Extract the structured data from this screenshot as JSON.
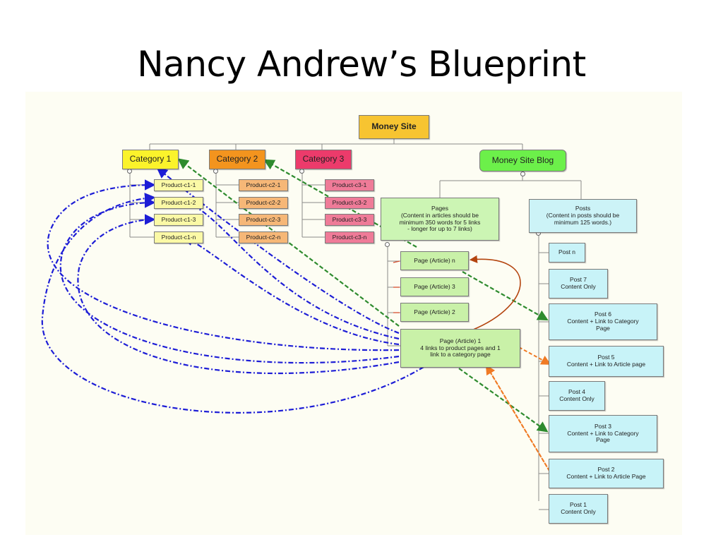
{
  "slide": {
    "title": "Nancy Andrew’s Blueprint"
  },
  "diagram": {
    "money_site": "Money Site",
    "categories": [
      "Category 1",
      "Category 2",
      "Category 3"
    ],
    "blog": "Money Site Blog",
    "products": {
      "c1": [
        "Product-c1-1",
        "Product-c1-2",
        "Product-c1-3",
        "Product-c1-n"
      ],
      "c2": [
        "Product-c2-1",
        "Product-c2-2",
        "Product-c2-3",
        "Product-c2-n"
      ],
      "c3": [
        "Product-c3-1",
        "Product-c3-2",
        "Product-c3-3",
        "Product-c3-n"
      ]
    },
    "pages_header": "Pages\n(Content in articles should be\nminimum 350 words for 5 links\n- longer for up to 7 links)",
    "posts_header": "Posts\n(Content in posts should be\nminimum 125 words.)",
    "pages": [
      "Page (Article) n",
      "Page (Article) 3",
      "Page (Article) 2",
      "Page (Article) 1\n4 links to product pages and 1\nlink to a category page"
    ],
    "posts": [
      "Post n",
      "Post 7\nContent Only",
      "Post 6\nContent + Link to Category\nPage",
      "Post 5\nContent + Link to Article page",
      "Post 4\nContent Only",
      "Post 3\nContent + Link to Category\nPage",
      "Post 2\nContent + Link to Article Page",
      "Post 1\nContent Only"
    ],
    "colors": {
      "money_site": "#f7c431",
      "category_1": "#fbf32b",
      "category_2": "#f3941e",
      "category_3": "#ec3b6b",
      "blog": "#6cf04a",
      "pages": "#c9f1a8",
      "posts": "#c8f3f8",
      "link_blue": "#1d1dd6",
      "link_green": "#2e8b2e",
      "link_orange": "#f07a24",
      "link_brown": "#b4440e"
    }
  }
}
